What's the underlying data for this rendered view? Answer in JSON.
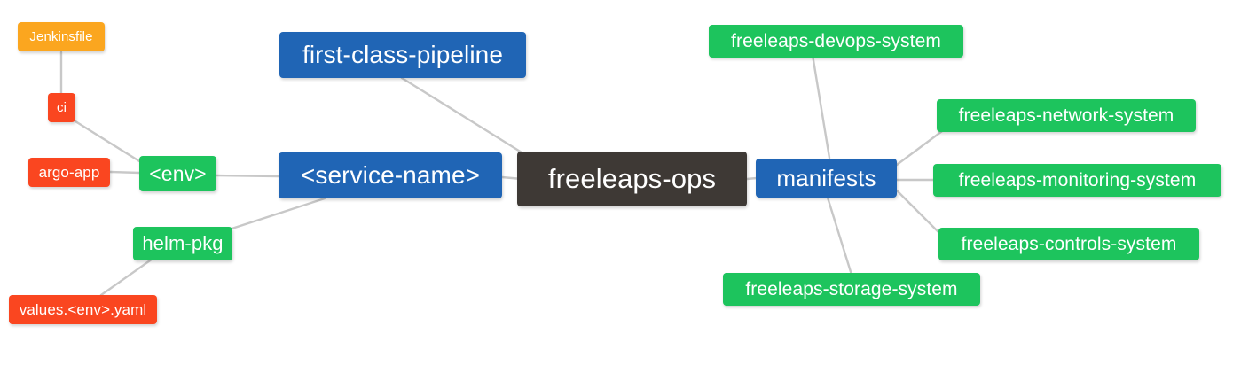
{
  "diagram": {
    "type": "mind-map",
    "title": "freeleaps-ops",
    "background_color": "#ffffff",
    "edge_color": "#c8c8c8",
    "palette": {
      "root": "#3e3935",
      "blue": "#2065b5",
      "green": "#1dc45d",
      "orange": "#fba61f",
      "red": "#fa4620",
      "text": "#ffffff"
    },
    "nodes": [
      {
        "id": "root",
        "label": "freeleaps-ops",
        "color": "root"
      },
      {
        "id": "first-class-pipeline",
        "label": "first-class-pipeline",
        "color": "blue"
      },
      {
        "id": "service-name",
        "label": "<service-name>",
        "color": "blue"
      },
      {
        "id": "manifests",
        "label": "manifests",
        "color": "blue"
      },
      {
        "id": "env",
        "label": "<env>",
        "color": "green"
      },
      {
        "id": "helm-pkg",
        "label": "helm-pkg",
        "color": "green"
      },
      {
        "id": "jenkinsfile",
        "label": "Jenkinsfile",
        "color": "orange"
      },
      {
        "id": "ci",
        "label": "ci",
        "color": "red"
      },
      {
        "id": "argo-app",
        "label": "argo-app",
        "color": "red"
      },
      {
        "id": "values-yaml",
        "label": "values.<env>.yaml",
        "color": "red"
      },
      {
        "id": "devops-system",
        "label": "freeleaps-devops-system",
        "color": "green"
      },
      {
        "id": "network-system",
        "label": "freeleaps-network-system",
        "color": "green"
      },
      {
        "id": "monitoring-system",
        "label": "freeleaps-monitoring-system",
        "color": "green"
      },
      {
        "id": "controls-system",
        "label": "freeleaps-controls-system",
        "color": "green"
      },
      {
        "id": "storage-system",
        "label": "freeleaps-storage-system",
        "color": "green"
      }
    ],
    "edges": [
      {
        "from": "root",
        "to": "first-class-pipeline"
      },
      {
        "from": "root",
        "to": "service-name"
      },
      {
        "from": "root",
        "to": "manifests"
      },
      {
        "from": "service-name",
        "to": "env"
      },
      {
        "from": "service-name",
        "to": "helm-pkg"
      },
      {
        "from": "env",
        "to": "ci"
      },
      {
        "from": "env",
        "to": "argo-app"
      },
      {
        "from": "ci",
        "to": "jenkinsfile"
      },
      {
        "from": "helm-pkg",
        "to": "values-yaml"
      },
      {
        "from": "manifests",
        "to": "devops-system"
      },
      {
        "from": "manifests",
        "to": "network-system"
      },
      {
        "from": "manifests",
        "to": "monitoring-system"
      },
      {
        "from": "manifests",
        "to": "controls-system"
      },
      {
        "from": "manifests",
        "to": "storage-system"
      }
    ]
  }
}
